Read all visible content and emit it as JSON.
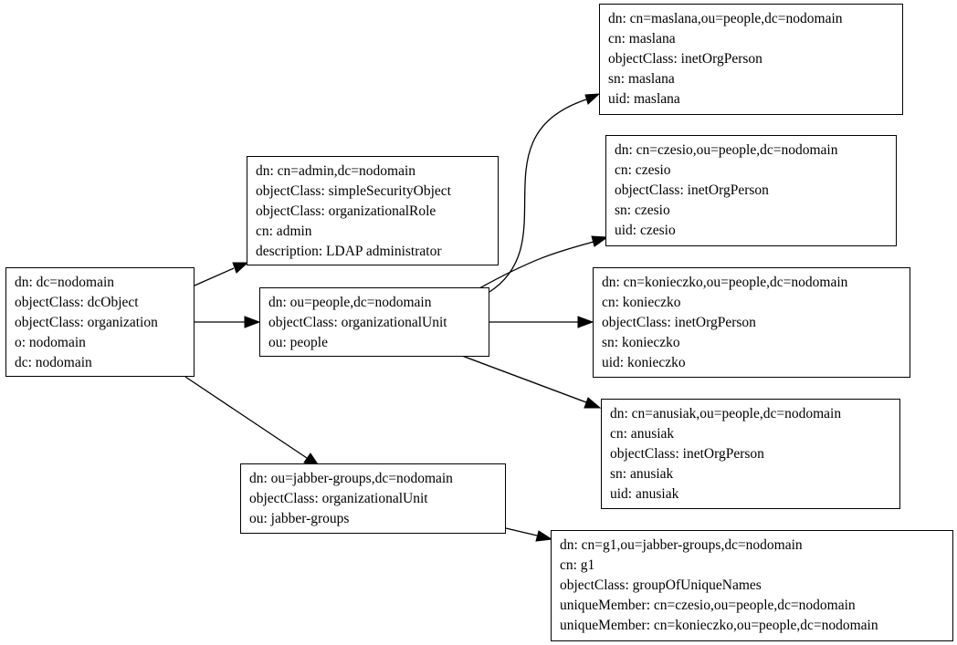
{
  "nodes": {
    "root": {
      "lines": [
        "dn: dc=nodomain",
        "objectClass: dcObject",
        "objectClass: organization",
        "o: nodomain",
        "dc: nodomain"
      ]
    },
    "admin": {
      "lines": [
        "dn: cn=admin,dc=nodomain",
        "objectClass: simpleSecurityObject",
        "objectClass: organizationalRole",
        "cn: admin",
        "description: LDAP administrator"
      ]
    },
    "people": {
      "lines": [
        "dn: ou=people,dc=nodomain",
        "objectClass: organizationalUnit",
        "ou: people"
      ]
    },
    "jabber_groups": {
      "lines": [
        "dn: ou=jabber-groups,dc=nodomain",
        "objectClass: organizationalUnit",
        "ou: jabber-groups"
      ]
    },
    "maslana": {
      "lines": [
        "dn: cn=maslana,ou=people,dc=nodomain",
        "cn: maslana",
        "objectClass: inetOrgPerson",
        "sn: maslana",
        "uid: maslana"
      ]
    },
    "czesio": {
      "lines": [
        "dn: cn=czesio,ou=people,dc=nodomain",
        "cn: czesio",
        "objectClass: inetOrgPerson",
        "sn: czesio",
        "uid: czesio"
      ]
    },
    "konieczko": {
      "lines": [
        "dn: cn=konieczko,ou=people,dc=nodomain",
        "cn: konieczko",
        "objectClass: inetOrgPerson",
        "sn: konieczko",
        "uid: konieczko"
      ]
    },
    "anusiak": {
      "lines": [
        "dn: cn=anusiak,ou=people,dc=nodomain",
        "cn: anusiak",
        "objectClass: inetOrgPerson",
        "sn: anusiak",
        "uid: anusiak"
      ]
    },
    "g1": {
      "lines": [
        "dn: cn=g1,ou=jabber-groups,dc=nodomain",
        "cn: g1",
        "objectClass: groupOfUniqueNames",
        "uniqueMember: cn=czesio,ou=people,dc=nodomain",
        "uniqueMember: cn=konieczko,ou=people,dc=nodomain"
      ]
    }
  },
  "edges": [
    {
      "from": "root",
      "to": "admin"
    },
    {
      "from": "root",
      "to": "people"
    },
    {
      "from": "root",
      "to": "jabber_groups"
    },
    {
      "from": "people",
      "to": "maslana"
    },
    {
      "from": "people",
      "to": "czesio"
    },
    {
      "from": "people",
      "to": "konieczko"
    },
    {
      "from": "people",
      "to": "anusiak"
    },
    {
      "from": "jabber_groups",
      "to": "g1"
    }
  ]
}
